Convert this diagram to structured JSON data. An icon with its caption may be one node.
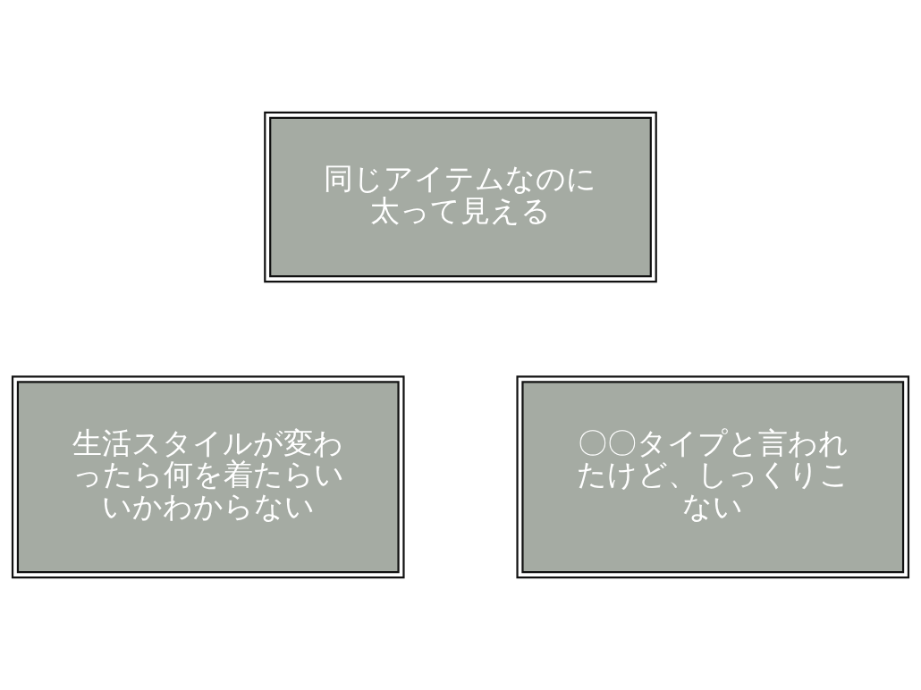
{
  "diagram": {
    "nodes": [
      {
        "text": [
          "同じアイテムなのに太って見える"
        ]
      },
      {
        "text": [
          "生活スタイルが変わったら何を着たらいいかわからない"
        ]
      },
      {
        "text": [
          "〇〇タイプと言われたけど、しっくりこない"
        ]
      }
    ]
  }
}
